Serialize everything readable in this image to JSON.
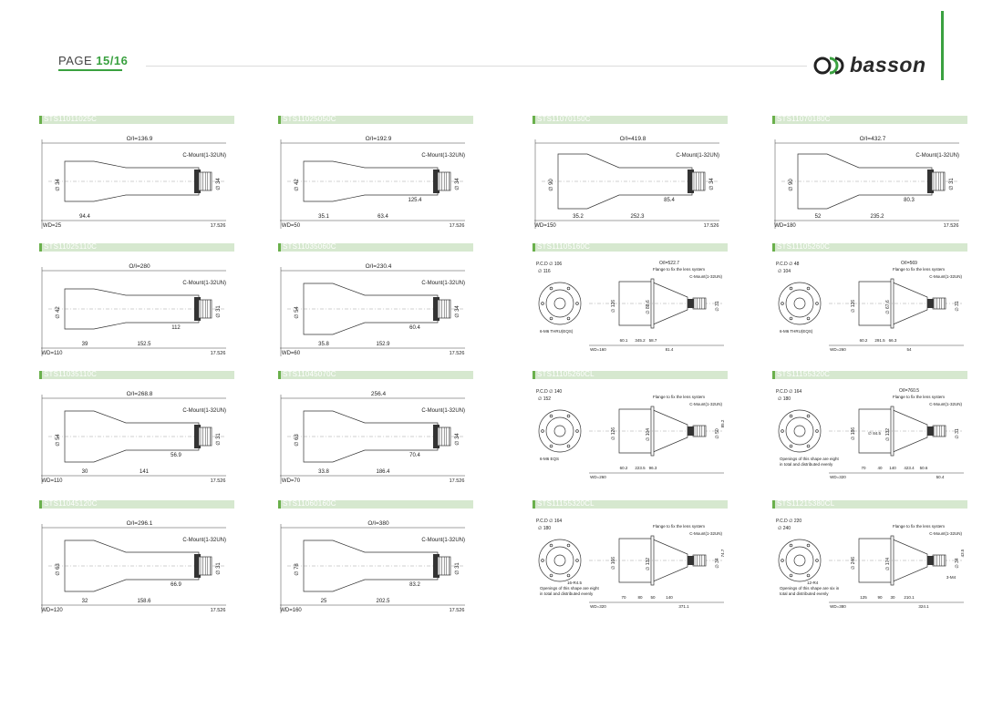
{
  "header": {
    "page_word": "PAGE",
    "page_number": "15/16",
    "brand": "basson"
  },
  "colors": {
    "accent": "#3aa140",
    "header_bar": "#d6e8cf"
  },
  "thread_label": "C-Mount(1-32UN)",
  "products": [
    {
      "code": "STS11011025C",
      "total": "O/I=136.9",
      "wd": "WD=25",
      "segments": [
        "94.4"
      ],
      "end": "17.526",
      "dia": "34",
      "end_dia": "34"
    },
    {
      "code": "STS11025050C",
      "total": "O/I=192.9",
      "wd": "WD=50",
      "segments": [
        "35.1",
        "63.4",
        "125.4"
      ],
      "end": "17.526",
      "dia": "42",
      "end_dia": "34"
    },
    {
      "code": "STS11070150C",
      "total": "O/I=419.8",
      "wd": "WD=150",
      "segments": [
        "35.2",
        "252.3",
        "85.4"
      ],
      "end": "17.526",
      "dia": "90",
      "end_dia": "34"
    },
    {
      "code": "STS11070180C",
      "total": "O/I=432.7",
      "wd": "WD=180",
      "segments": [
        "52",
        "235.2",
        "80.3"
      ],
      "end": "17.526",
      "dia": "90",
      "end_dia": "31"
    },
    {
      "code": "STS11025110C",
      "total": "O/I=280",
      "wd": "WD=110",
      "segments": [
        "39",
        "152.5",
        "112"
      ],
      "end": "17.526",
      "dia": "42",
      "end_dia": "31"
    },
    {
      "code": "STS11035060C",
      "total": "O/I=230.4",
      "wd": "WD=60",
      "segments": [
        "35.8",
        "152.9",
        "60.4"
      ],
      "end": "17.526",
      "dia": "54",
      "end_dia": "34"
    },
    {
      "code": "STS11105160C",
      "total": "O/I=522.7",
      "wd": "WD=160",
      "segments": [
        "60.1",
        "345.2",
        "58.7",
        "81.4"
      ],
      "end": "17.526",
      "dia": "126",
      "end_dia": "31",
      "pcd": "P.C.D ∅ 106",
      "flange_od": "∅ 116",
      "holes": "6-M6 THRU(EQS)",
      "flange_note": "Flange to fix the lens system",
      "inner": "88.6"
    },
    {
      "code": "STS11105260C",
      "total": "O/I=569",
      "wd": "WD=260",
      "segments": [
        "60.2",
        "291.5",
        "66.3",
        "54"
      ],
      "end": "17.526",
      "dia": "126",
      "end_dia": "31",
      "pcd": "P.C.D ∅ 48",
      "flange_od": "∅ 104",
      "holes": "6-M6 THRU(EQS)",
      "flange_note": "Flange to fix the lens system",
      "inner": "67.6"
    },
    {
      "code": "STS11035110C",
      "total": "O/I=268.8",
      "wd": "WD=110",
      "segments": [
        "30",
        "141",
        "56.9"
      ],
      "end": "17.526",
      "dia": "54",
      "end_dia": "31"
    },
    {
      "code": "STS11045070C",
      "total": "256.4",
      "wd": "WD=70",
      "segments": [
        "33.8",
        "186.4",
        "70.4"
      ],
      "end": "17.526",
      "dia": "63",
      "end_dia": "34"
    },
    {
      "code": "STS11105260CL",
      "total": "",
      "wd": "WD=260",
      "segments": [
        "60.2",
        "223.5",
        "96.3"
      ],
      "end": "",
      "dia": "126",
      "end_dia": "50",
      "pcd": "P.C.D ∅ 140",
      "flange_od": "∅ 152",
      "holes": "6-M6 EQS",
      "flange_note": "Flange to fix the lens system",
      "inner": "104",
      "height": "85.2"
    },
    {
      "code": "STS11155320C",
      "total": "O/I=760.5",
      "wd": "WD=320",
      "segments": [
        "70",
        "40",
        "140",
        "423.4",
        "50.6",
        "50.4"
      ],
      "end": "",
      "dia": "186",
      "end_dia": "31",
      "pcd": "P.C.D ∅ 164",
      "flange_od": "∅ 180",
      "holes": "Openings of this shape are eight in total and distributed evenly",
      "flange_note": "Flange to fix the lens system",
      "inner": "132",
      "inner2": "∅ 84.5"
    },
    {
      "code": "STS11045120C",
      "total": "O/I=296.1",
      "wd": "WD=120",
      "segments": [
        "32",
        "158.6",
        "66.9"
      ],
      "end": "17.526",
      "dia": "63",
      "end_dia": "31"
    },
    {
      "code": "STS11060160C",
      "total": "O/I=380",
      "wd": "WD=160",
      "segments": [
        "25",
        "202.5",
        "83.2"
      ],
      "end": "17.526",
      "dia": "78",
      "end_dia": "31"
    },
    {
      "code": "STS11155320CL",
      "total": "",
      "wd": "WD=320",
      "segments": [
        "70",
        "80",
        "50",
        "140",
        "371.1"
      ],
      "end": "",
      "dia": "166",
      "end_dia": "34",
      "pcd": "P.C.D ∅ 164",
      "flange_od": "∅ 180",
      "holes": "Openings of this shape are eight in total and distributed evenly",
      "flange_note": "Flange to fix the lens system",
      "inner": "132",
      "height": "74.7",
      "slot": "16-R4.5"
    },
    {
      "code": "STS11215380CL",
      "total": "",
      "wd": "WD=380",
      "segments": [
        "125",
        "90",
        "30",
        "210.1",
        "324.1"
      ],
      "end": "",
      "dia": "246",
      "end_dia": "34",
      "pcd": "P.C.D ∅ 220",
      "flange_od": "∅ 240",
      "holes": "Openings of this shape are six in total and distributed evenly",
      "flange_note": "Flange to fix the lens system",
      "inner": "174",
      "height": "43.5",
      "slot": "12-R4",
      "side": "3-M4"
    }
  ]
}
